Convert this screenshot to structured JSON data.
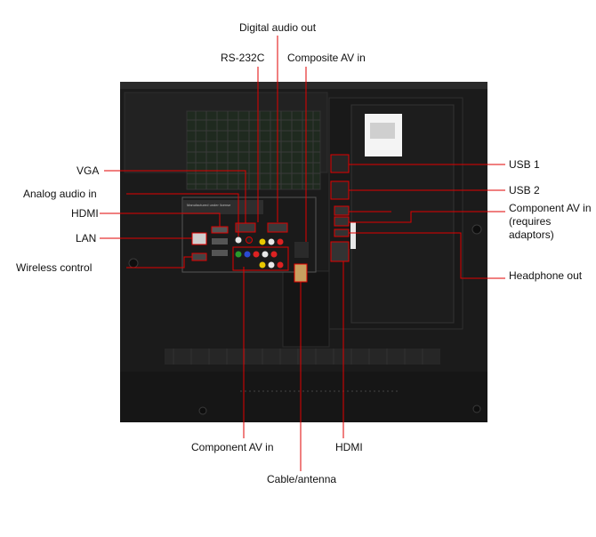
{
  "labels": {
    "digital_audio_out": "Digital audio out",
    "rs232c": "RS-232C",
    "composite_av_in": "Composite AV in",
    "vga": "VGA",
    "analog_audio_in": "Analog audio in",
    "hdmi_left": "HDMI",
    "lan": "LAN",
    "wireless_control": "Wireless control",
    "usb1": "USB 1",
    "usb2": "USB 2",
    "component_av_right": "Component AV in (requires adaptors)",
    "headphone_out": "Headphone out",
    "component_av_bottom": "Component AV in",
    "hdmi_bottom": "HDMI",
    "cable_antenna": "Cable/antenna"
  },
  "colors": {
    "leader_line": "#e10000",
    "panel": "#1b1b1b",
    "panel_edge": "#2c2c2c",
    "port_white": "#e8e8e8"
  }
}
